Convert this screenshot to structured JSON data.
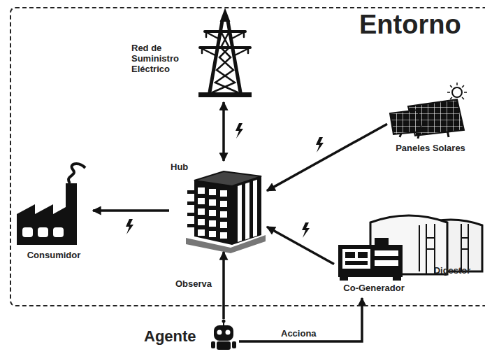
{
  "diagram": {
    "nodes": [
      {
        "text": [
          "Entorno"
        ]
      },
      {
        "text": [
          "Red de Suministro Eléctrico"
        ],
        "in": 0
      },
      {
        "text": [
          "Hub"
        ],
        "in": 0
      },
      {
        "text": [
          "Paneles Solares"
        ],
        "in": 0
      },
      {
        "text": [
          "Consumidor"
        ],
        "in": 0
      },
      {
        "text": [
          "Co-Generador"
        ],
        "in": 0
      },
      {
        "text": [
          "Digestor"
        ],
        "in": 0
      },
      {
        "text": [
          "Agente"
        ]
      }
    ],
    "edges": [
      {
        "from": 1,
        "to": 2,
        "arrow": "both"
      },
      {
        "from": 3,
        "to": 2,
        "arrow": "to"
      },
      {
        "from": 5,
        "to": 2,
        "arrow": "to"
      },
      {
        "from": 2,
        "to": 4,
        "arrow": "to"
      },
      {
        "from": 7,
        "to": 2,
        "arrow": "to",
        "label": "Observa"
      },
      {
        "from": 7,
        "to": 5,
        "arrow": "to",
        "label": "Acciona"
      }
    ]
  }
}
